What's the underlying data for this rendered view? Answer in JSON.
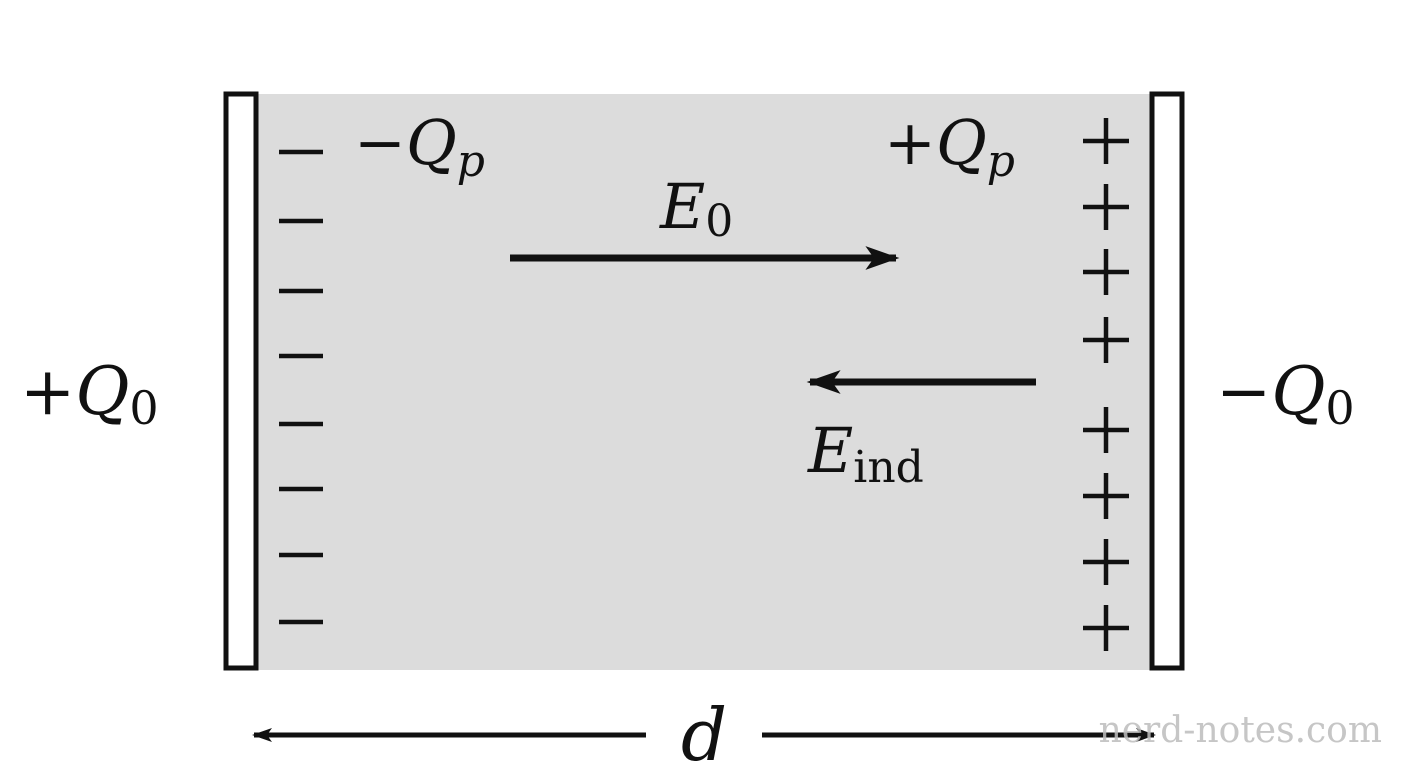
{
  "colors": {
    "dielectric_fill": "#dcdcdc",
    "plate_stroke": "#111111",
    "ink": "#111111",
    "watermark": "#bdbdbd"
  },
  "labels": {
    "left_plate_charge": {
      "sign": "+",
      "symbol": "Q",
      "sub": "0"
    },
    "right_plate_charge": {
      "sign": "−",
      "symbol": "Q",
      "sub": "0"
    },
    "left_induced_charge": {
      "sign": "−",
      "symbol": "Q",
      "sub": "p"
    },
    "right_induced_charge": {
      "sign": "+",
      "symbol": "Q",
      "sub": "p"
    },
    "applied_field": {
      "symbol": "E",
      "sub": "0"
    },
    "induced_field": {
      "symbol": "E",
      "sub": "ind"
    },
    "separation": "d"
  },
  "surface_charges": {
    "left_sign": "−",
    "left_count": 8,
    "right_sign": "+",
    "right_count": 8
  },
  "arrows": {
    "applied_field_direction": "right",
    "induced_field_direction": "left"
  },
  "watermark": "nerd-notes.com"
}
